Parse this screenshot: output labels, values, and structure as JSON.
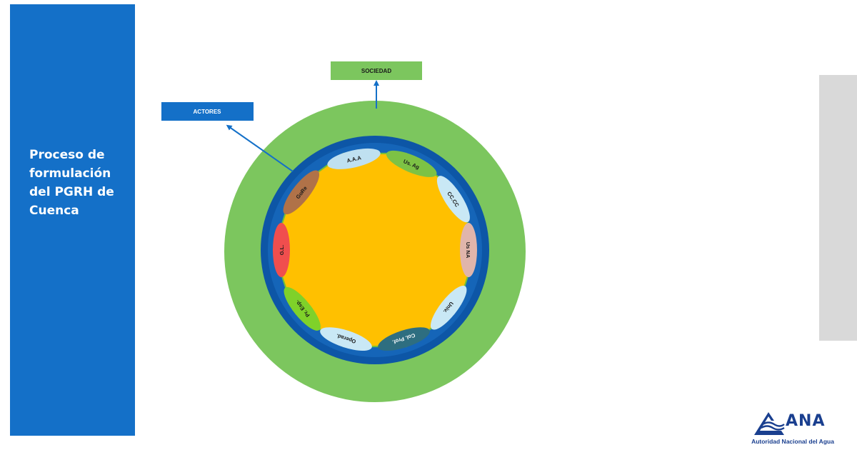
{
  "sidebar": {
    "title": "Proceso de formulación del PGRH de Cuenca"
  },
  "diagram": {
    "sociedad_label": "SOCIEDAD",
    "actores_label": "ACTORES",
    "actors": [
      {
        "label": "A.A.A",
        "color": "#bfe0f0"
      },
      {
        "label": "Us. Ag",
        "color": "#7dc245"
      },
      {
        "label": "CC.CC",
        "color": "#c9e8f5"
      },
      {
        "label": "Us NA",
        "color": "#e0b5ab"
      },
      {
        "label": "Univ.",
        "color": "#c9e8f5"
      },
      {
        "label": "Col. Prof.",
        "color": "#2e6e80"
      },
      {
        "label": "Operad.",
        "color": "#c9e8f5"
      },
      {
        "label": "Pr. Esp.",
        "color": "#7fd12a"
      },
      {
        "label": "G.L.",
        "color": "#f04e4e"
      },
      {
        "label": "GoRe",
        "color": "#b07248"
      }
    ],
    "colors": {
      "outer_ring": "#7cc65e",
      "blue_ring": "#0d56a6",
      "core": "#ffc000",
      "sociedad_box": "#7cc65e",
      "actores_box": "#1470c8"
    }
  },
  "logo": {
    "name": "ANA",
    "subtitle": "Autoridad Nacional del Agua"
  }
}
